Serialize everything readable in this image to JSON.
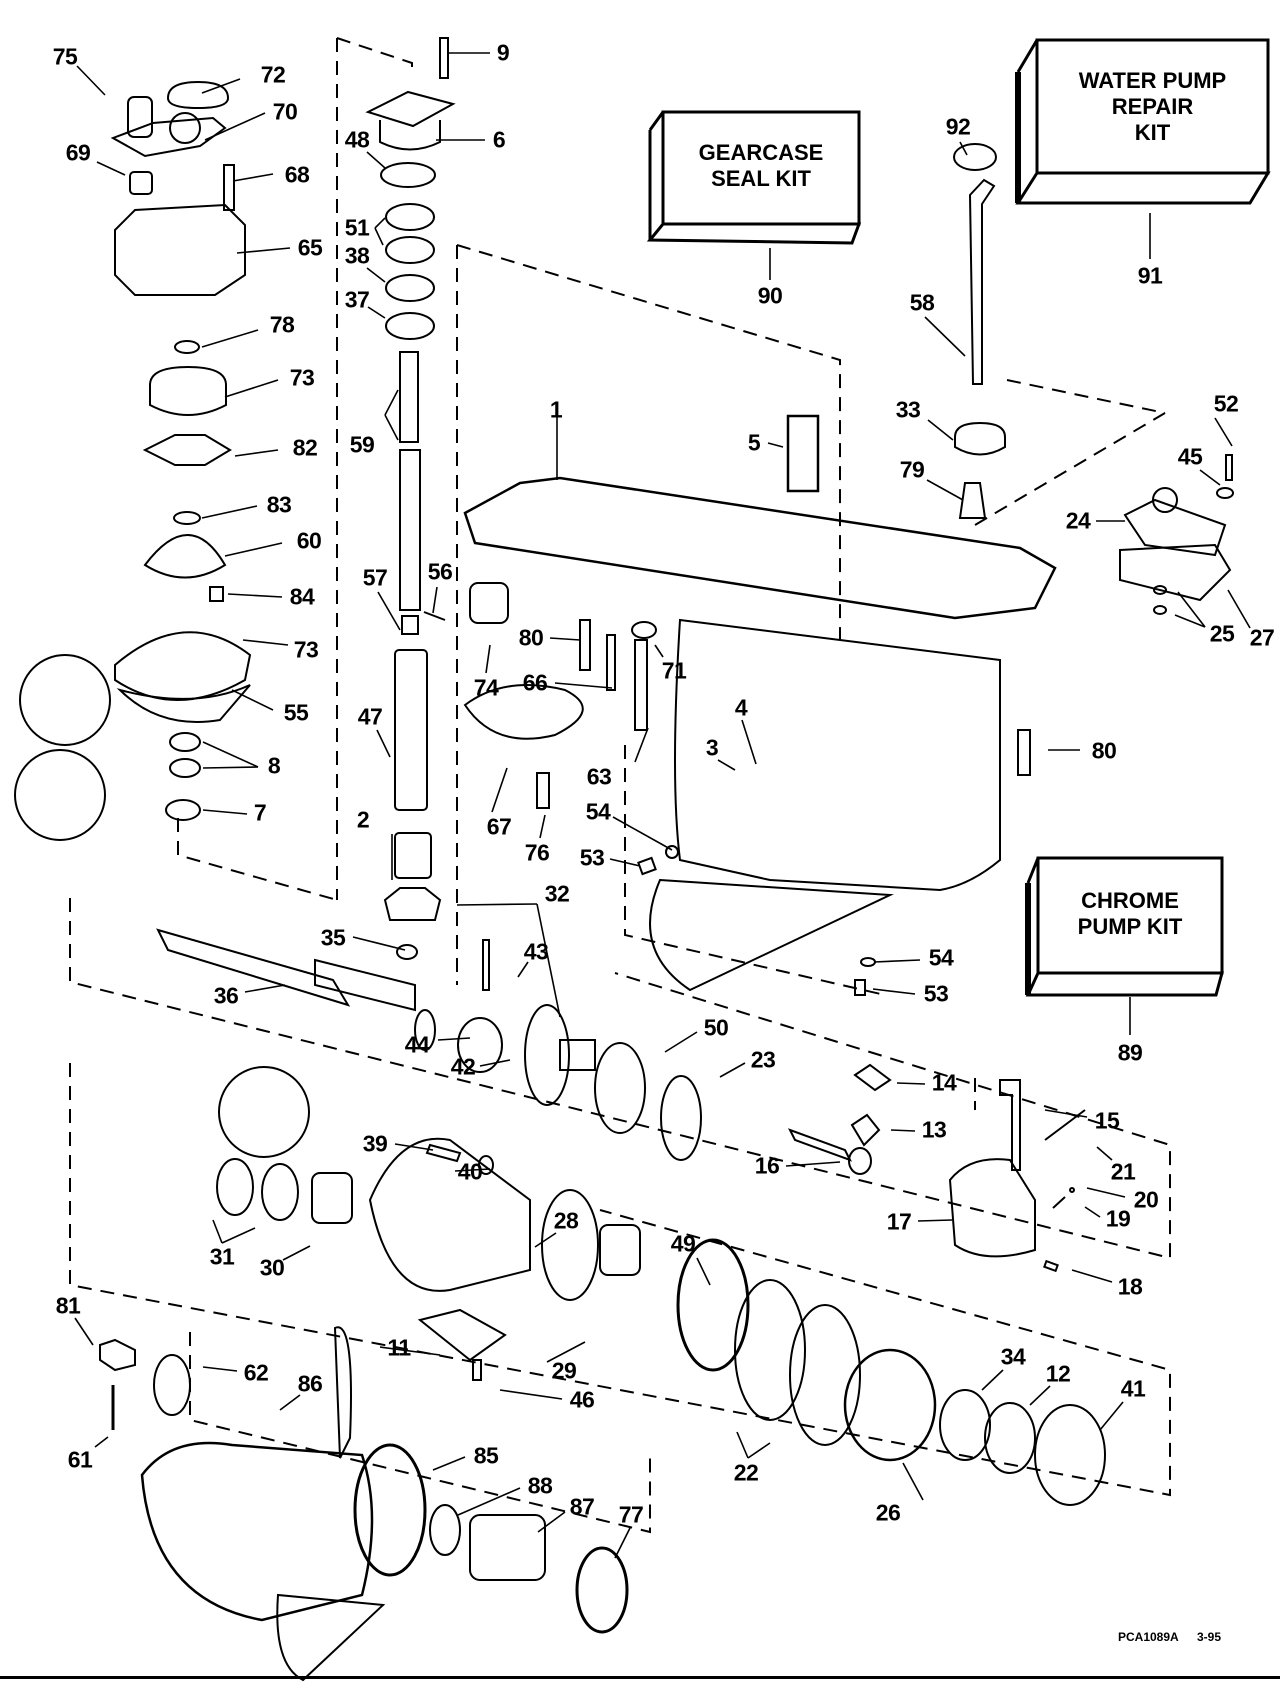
{
  "diagram": {
    "type": "exploded parts diagram",
    "subject": "Outboard gearcase assembly",
    "kits": [
      {
        "id": "90",
        "lines": [
          "GEARCASE",
          "SEAL KIT"
        ]
      },
      {
        "id": "91",
        "lines": [
          "WATER PUMP",
          "REPAIR",
          "KIT"
        ]
      },
      {
        "id": "89",
        "lines": [
          "CHROME",
          "PUMP KIT"
        ]
      }
    ],
    "callouts": [
      "75",
      "72",
      "70",
      "69",
      "68",
      "65",
      "78",
      "73",
      "82",
      "83",
      "60",
      "84",
      "73b",
      "55",
      "8",
      "7",
      "9",
      "6",
      "48",
      "51",
      "38",
      "37",
      "59",
      "57",
      "56",
      "47",
      "2",
      "92",
      "58",
      "33",
      "79",
      "5",
      "1",
      "52",
      "45",
      "24",
      "25",
      "27",
      "80",
      "80b",
      "66",
      "74",
      "71",
      "4",
      "3",
      "63",
      "67",
      "76",
      "54",
      "53",
      "54b",
      "53b",
      "32",
      "35",
      "36",
      "43",
      "44",
      "42",
      "50",
      "23",
      "14",
      "15",
      "13",
      "21",
      "16",
      "20",
      "19",
      "17",
      "18",
      "39",
      "40",
      "28",
      "49",
      "31",
      "30",
      "81",
      "62",
      "86",
      "11",
      "29",
      "46",
      "61",
      "85",
      "88",
      "87",
      "77",
      "22",
      "26",
      "34",
      "12",
      "41"
    ],
    "labels": {
      "n75": "75",
      "n72": "72",
      "n70": "70",
      "n69": "69",
      "n68": "68",
      "n65": "65",
      "n78": "78",
      "n73": "73",
      "n82": "82",
      "n83": "83",
      "n60": "60",
      "n84": "84",
      "n73b": "73",
      "n55": "55",
      "n8": "8",
      "n7": "7",
      "n9": "9",
      "n6": "6",
      "n48": "48",
      "n51": "51",
      "n38": "38",
      "n37": "37",
      "n59": "59",
      "n57": "57",
      "n56": "56",
      "n47": "47",
      "n2": "2",
      "n90": "90",
      "n91": "91",
      "n92": "92",
      "n58": "58",
      "n33": "33",
      "n79": "79",
      "n5": "5",
      "n1": "1",
      "n52": "52",
      "n45": "45",
      "n24": "24",
      "n25": "25",
      "n27": "27",
      "n80": "80",
      "n80b": "80",
      "n66": "66",
      "n74": "74",
      "n71": "71",
      "n4": "4",
      "n3": "3",
      "n63": "63",
      "n67": "67",
      "n76": "76",
      "n54": "54",
      "n53": "53",
      "n54b": "54",
      "n53b": "53",
      "n89": "89",
      "n32": "32",
      "n35": "35",
      "n36": "36",
      "n43": "43",
      "n44": "44",
      "n42": "42",
      "n50": "50",
      "n23": "23",
      "n14": "14",
      "n15": "15",
      "n13": "13",
      "n21": "21",
      "n16": "16",
      "n20": "20",
      "n19": "19",
      "n17": "17",
      "n18": "18",
      "n39": "39",
      "n40": "40",
      "n28": "28",
      "n49": "49",
      "n31": "31",
      "n30": "30",
      "n81": "81",
      "n62": "62",
      "n86": "86",
      "n11": "11",
      "n29": "29",
      "n46": "46",
      "n61": "61",
      "n85": "85",
      "n88": "88",
      "n87": "87",
      "n77": "77",
      "n22": "22",
      "n26": "26",
      "n34": "34",
      "n12": "12",
      "n41": "41"
    },
    "footer": {
      "code": "PCA1089A",
      "date": "3-95"
    }
  }
}
